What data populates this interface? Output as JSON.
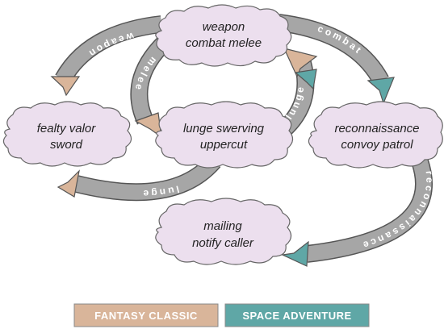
{
  "nodes": {
    "weapon_combat": {
      "line1": "weapon",
      "line2": "combat melee"
    },
    "fealty": {
      "line1": "fealty valor",
      "line2": "sword"
    },
    "lunge_swerving": {
      "line1": "lunge swerving",
      "line2": "uppercut"
    },
    "reconnaissance": {
      "line1": "reconnaissance",
      "line2": "convoy patrol"
    },
    "mailing": {
      "line1": "mailing",
      "line2": "notify caller"
    }
  },
  "edges": {
    "weapon": "weapon",
    "melee": "melee",
    "combat": "combat",
    "lunge_up": "lunge",
    "lunge_left": "lunge",
    "reconnaissance": "reconnaissance"
  },
  "legend": {
    "fantasy": {
      "label": "FANTASY CLASSIC",
      "color": "#d9b59a"
    },
    "space": {
      "label": "SPACE ADVENTURE",
      "color": "#5fa7a6"
    }
  },
  "colors": {
    "node_fill": "#ecdfee",
    "arrow_body": "#a6a6a6",
    "arrow_edge": "#555555"
  }
}
